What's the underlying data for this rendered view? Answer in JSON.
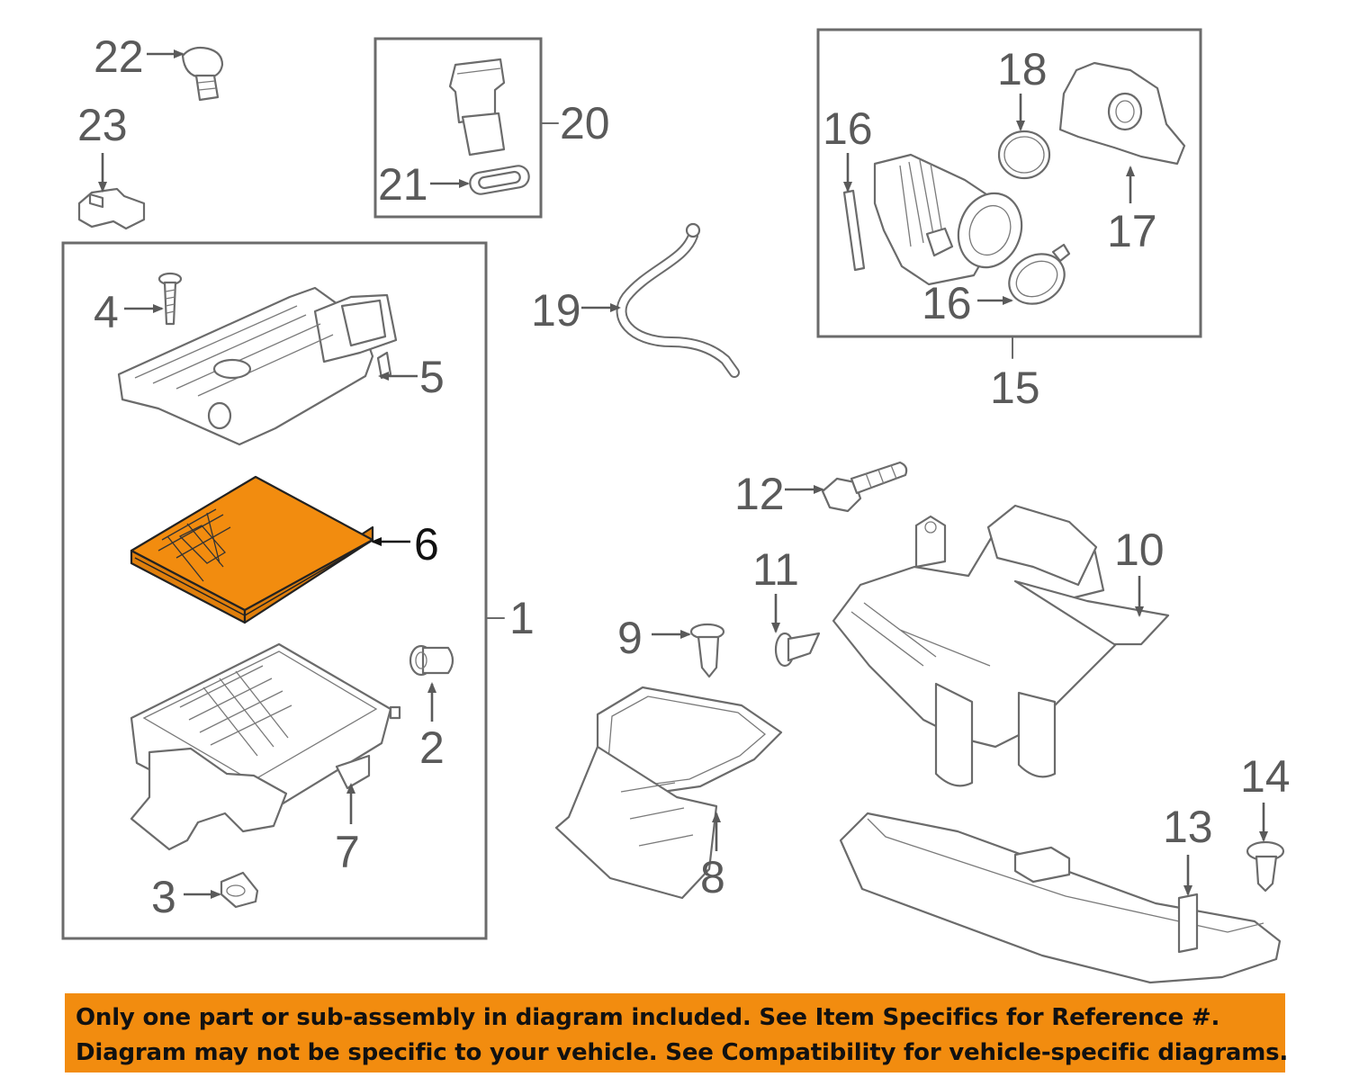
{
  "diagram": {
    "callouts": [
      {
        "id": "1",
        "label": "1"
      },
      {
        "id": "2",
        "label": "2"
      },
      {
        "id": "3",
        "label": "3"
      },
      {
        "id": "4",
        "label": "4"
      },
      {
        "id": "5",
        "label": "5"
      },
      {
        "id": "6",
        "label": "6",
        "highlighted": true
      },
      {
        "id": "7",
        "label": "7"
      },
      {
        "id": "8",
        "label": "8"
      },
      {
        "id": "9",
        "label": "9"
      },
      {
        "id": "10",
        "label": "10"
      },
      {
        "id": "11",
        "label": "11"
      },
      {
        "id": "12",
        "label": "12"
      },
      {
        "id": "13",
        "label": "13"
      },
      {
        "id": "14",
        "label": "14"
      },
      {
        "id": "15",
        "label": "15"
      },
      {
        "id": "16a",
        "label": "16"
      },
      {
        "id": "16b",
        "label": "16"
      },
      {
        "id": "17",
        "label": "17"
      },
      {
        "id": "18",
        "label": "18"
      },
      {
        "id": "19",
        "label": "19"
      },
      {
        "id": "20",
        "label": "20"
      },
      {
        "id": "21",
        "label": "21"
      },
      {
        "id": "22",
        "label": "22"
      },
      {
        "id": "23",
        "label": "23"
      }
    ],
    "highlight_color": "#f28c0f",
    "line_color": "#6b6b6b"
  },
  "banner": {
    "line1": "Only one part or sub-assembly in diagram included. See Item Specifics for Reference #.",
    "line2": "Diagram may not be specific to your vehicle. See Compatibility for vehicle-specific diagrams.",
    "background": "#f28c0f"
  }
}
